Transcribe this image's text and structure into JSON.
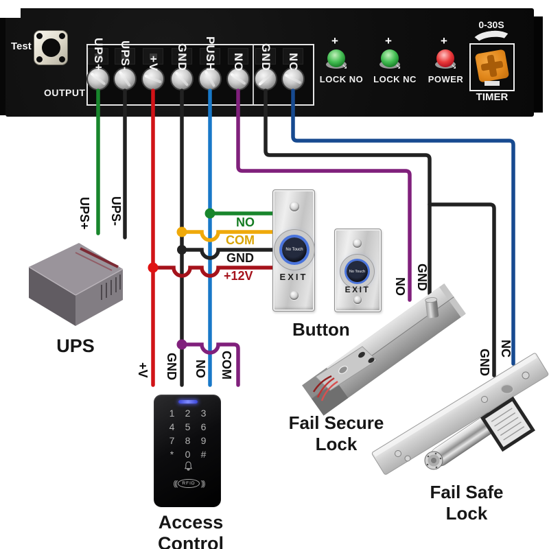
{
  "colors": {
    "wire_ups_green": "#18862c",
    "wire_black": "#222222",
    "wire_plus_v_red": "#d11317",
    "wire_push_blue": "#1878c8",
    "wire_no_purple": "#80207c",
    "wire_nc_navy": "#174a90",
    "wire_com_yellow": "#efa90a",
    "wire_12v_dark_red": "#a5121b",
    "led_green": "#2f9e3f",
    "led_red": "#cf1020",
    "timer_orange": "#e0861a",
    "board_black": "#111111"
  },
  "board": {
    "test_label": "Test",
    "output_label": "OUTPUT",
    "terminals": [
      "UPS+",
      "UPS-",
      "+V",
      "GND",
      "PUSH",
      "NO",
      "GND",
      "NC"
    ],
    "leds": [
      {
        "plus": "+",
        "label": "LOCK NO"
      },
      {
        "plus": "+",
        "label": "LOCK NC"
      },
      {
        "plus": "+",
        "label": "POWER"
      }
    ],
    "led_arrow": "↘",
    "timer": {
      "range": "0-30S",
      "label": "TIMER"
    }
  },
  "wire_labels": {
    "ups_plus": "UPS+",
    "ups_minus": "UPS-",
    "exit_no": "NO",
    "exit_com": "COM",
    "exit_gnd": "GND",
    "exit_12v": "+12V",
    "keypad_v": "+V",
    "keypad_gnd": "GND",
    "keypad_no": "NO",
    "keypad_com": "COM",
    "secure_no": "NO",
    "secure_gnd": "GND",
    "safe_gnd": "GND",
    "safe_nc": "NC"
  },
  "devices": {
    "ups": {
      "label": "UPS"
    },
    "button": {
      "label": "Button",
      "face": "No Touch",
      "exit": "EXIT"
    },
    "access": {
      "label": "Access Control",
      "keys": [
        "1",
        "2",
        "3",
        "4",
        "5",
        "6",
        "7",
        "8",
        "9",
        "*",
        "0",
        "#"
      ],
      "rfid": "RFID",
      "arc_left": "(((",
      "arc_right": ")))"
    },
    "fail_secure": {
      "label": "Fail Secure Lock"
    },
    "fail_safe": {
      "label": "Fail Safe Lock"
    }
  }
}
